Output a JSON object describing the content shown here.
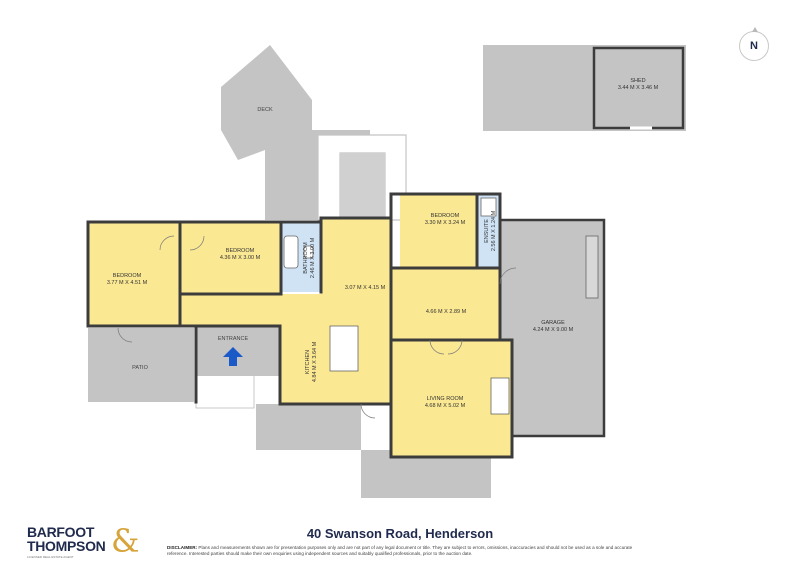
{
  "address": "40 Swanson Road, Henderson",
  "brand": {
    "line1": "BARFOOT",
    "line2": "THOMPSON",
    "ampersand": "&",
    "tagline": "LICENSED REAL ESTATE AGENT"
  },
  "disclaimer": {
    "label": "DISCLAIMER:",
    "text": "Plans and measurements shown are for presentation purposes only and are not part of any legal document or title. They are subject to errors, omissions, inaccuracies and should not be used as a sole and accurate reference. Interested parties should make their own enquiries using independent sources and suitably qualified professionals, prior to the auction date."
  },
  "compass": {
    "label": "N"
  },
  "colors": {
    "room": "#fbe892",
    "bath": "#cfe3f5",
    "outdoor": "#c4c4c4",
    "wall": "#3c3c3c",
    "brand": "#1f2a4d",
    "accent": "#d7a43c",
    "arrow": "#1a5ac8"
  },
  "rooms": {
    "deck": {
      "name": "DECK"
    },
    "shed": {
      "name": "SHED",
      "dims": "3.44 M X 3.46 M"
    },
    "bedroom1": {
      "name": "BEDROOM",
      "dims": "3.77 M X 4.51 M"
    },
    "bedroom2": {
      "name": "BEDROOM",
      "dims": "4.36 M X 3.00 M"
    },
    "bathroom": {
      "name": "BATHROOM",
      "dims": "2.46 M X 3.00 M"
    },
    "hall": {
      "dims": "3.07 M X 4.15 M"
    },
    "bedroom3": {
      "name": "BEDROOM",
      "dims": "3.30 M X 3.24 M"
    },
    "ensuite": {
      "name": "ENSUITE",
      "dims": "2.56 M X 1.24 M"
    },
    "dining": {
      "dims": "4.66 M X 2.89 M"
    },
    "garage": {
      "name": "GARAGE",
      "dims": "4.24 M X 9.00 M"
    },
    "kitchen": {
      "name": "KITCHEN",
      "dims": "4.84 M X 3.64 M"
    },
    "living": {
      "name": "LIVING ROOM",
      "dims": "4.68 M X 5.02 M"
    },
    "patio": {
      "name": "PATIO"
    },
    "entrance": {
      "name": "ENTRANCE"
    }
  }
}
